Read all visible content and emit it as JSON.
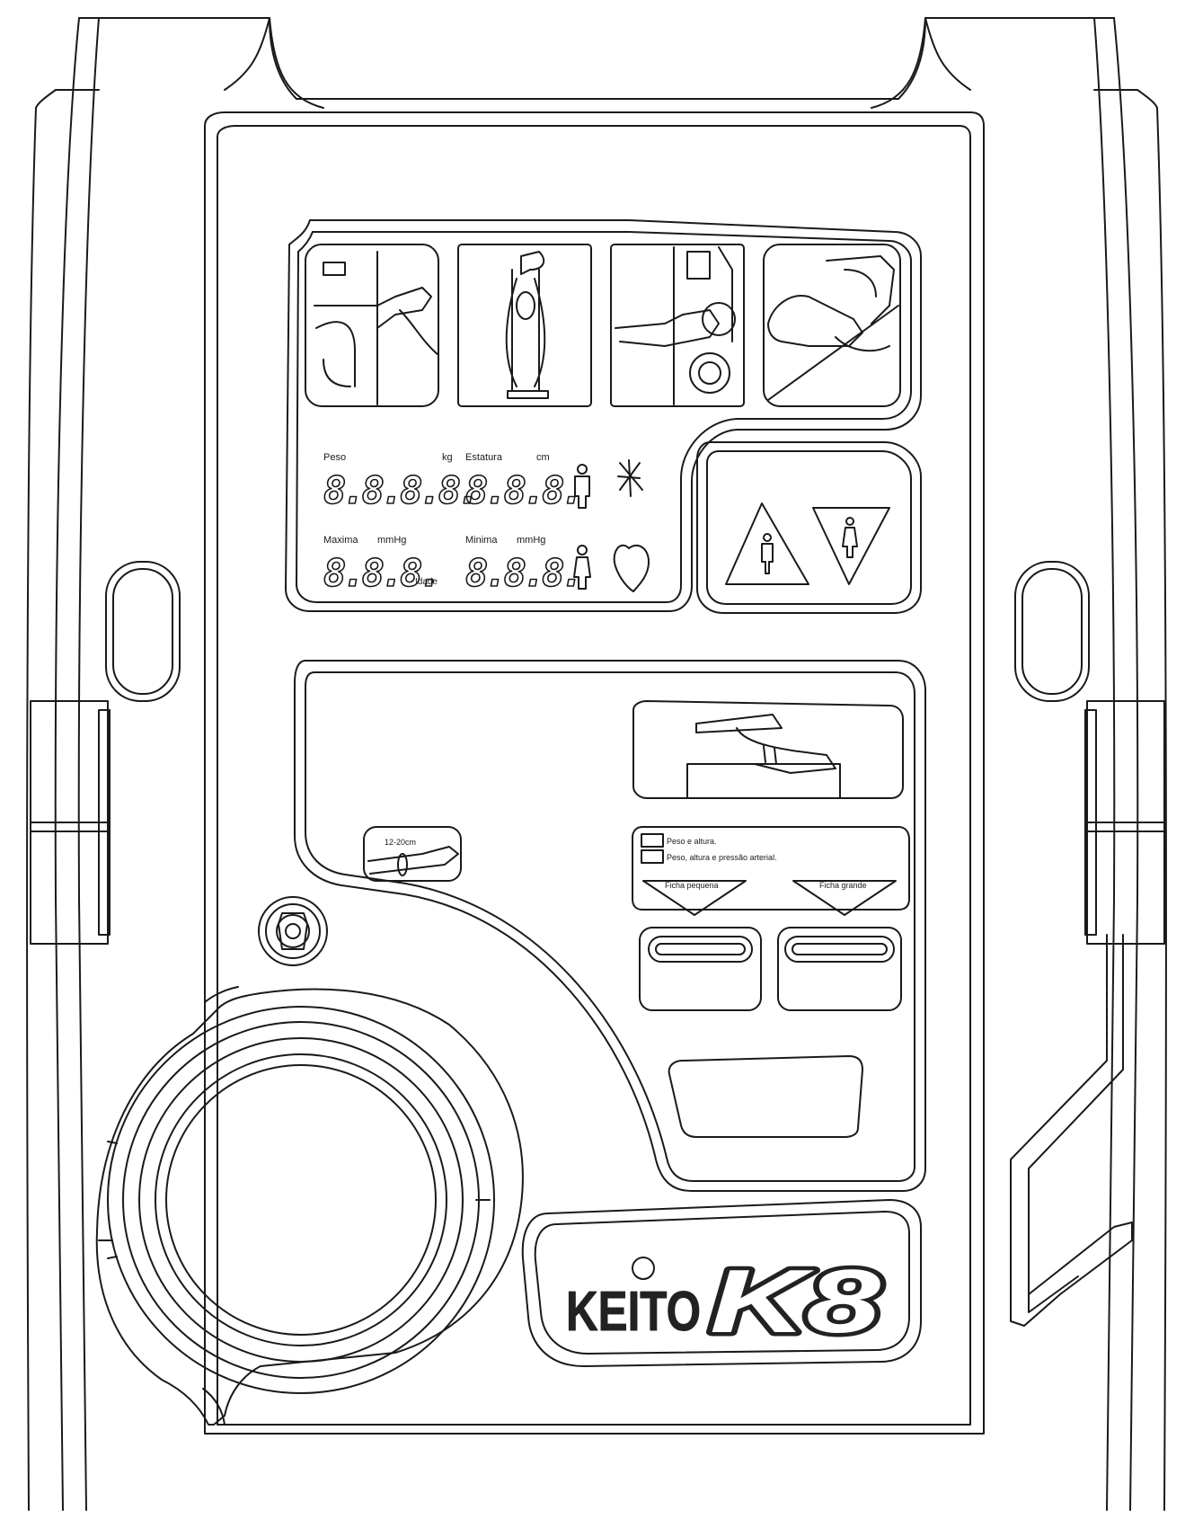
{
  "colors": {
    "line": "#1a1a1a",
    "fill": "#ffffff",
    "logo": "#222222"
  },
  "display": {
    "peso_label": "Peso",
    "peso_unit": "kg",
    "peso_value": "8.8.8.8.",
    "estatura_label": "Estatura",
    "estatura_unit": "cm",
    "estatura_value": "8.8.8.",
    "maxima_label": "Maxima",
    "maxima_unit": "mmHg",
    "maxima_value": "8.8.8.",
    "idade_label": "Idade",
    "minima_label": "Minima",
    "minima_unit": "mmHg",
    "minima_value": "8.8.8."
  },
  "panels": {
    "arm_label": "12-20cm",
    "ficha_option_1": "Peso e altura.",
    "ficha_option_2": "Peso, altura e pressão arterial.",
    "ficha_pequena": "Ficha pequena",
    "ficha_grande": "Ficha grande"
  },
  "logo": {
    "brand": "KEITO",
    "model": "K8"
  },
  "icons": {
    "step_1": "coin-insert-illustration-icon",
    "step_2": "stadiometer-illustration-icon",
    "step_3": "arm-cuff-illustration-icon",
    "step_4": "cuff-wrap-illustration-icon"
  }
}
